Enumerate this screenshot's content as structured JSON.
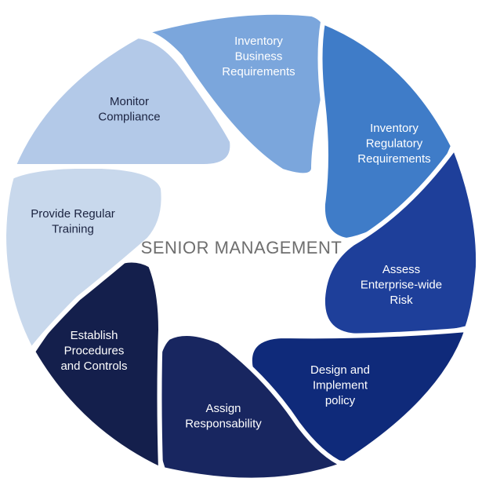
{
  "center": {
    "text": "SENIOR MANAGEMENT",
    "color": "#6e6e6e"
  },
  "segments": [
    {
      "id": "inventory-business",
      "lines": [
        "Inventory",
        "Business",
        "Requirements"
      ],
      "fill": "#7ba6dc",
      "text_color": "#ffffff"
    },
    {
      "id": "inventory-regulatory",
      "lines": [
        "Inventory",
        "Regulatory",
        "Requirements"
      ],
      "fill": "#3f7cc8",
      "text_color": "#ffffff"
    },
    {
      "id": "assess-risk",
      "lines": [
        "Assess",
        "Enterprise-wide",
        "Risk"
      ],
      "fill": "#1e3f9a",
      "text_color": "#ffffff"
    },
    {
      "id": "design-policy",
      "lines": [
        "Design and",
        "Implement",
        "policy"
      ],
      "fill": "#0f2a7a",
      "text_color": "#ffffff"
    },
    {
      "id": "assign-responsability",
      "lines": [
        "Assign",
        "Responsability"
      ],
      "fill": "#182660",
      "text_color": "#ffffff"
    },
    {
      "id": "establish-procedures",
      "lines": [
        "Establish",
        "Procedures",
        "and Controls"
      ],
      "fill": "#141f4c",
      "text_color": "#ffffff"
    },
    {
      "id": "provide-training",
      "lines": [
        "Provide Regular",
        "Training"
      ],
      "fill": "#c8d8ec",
      "text_color": "#1b2340"
    },
    {
      "id": "monitor-compliance",
      "lines": [
        "Monitor",
        "Compliance"
      ],
      "fill": "#b3c9e8",
      "text_color": "#1b2340"
    }
  ]
}
